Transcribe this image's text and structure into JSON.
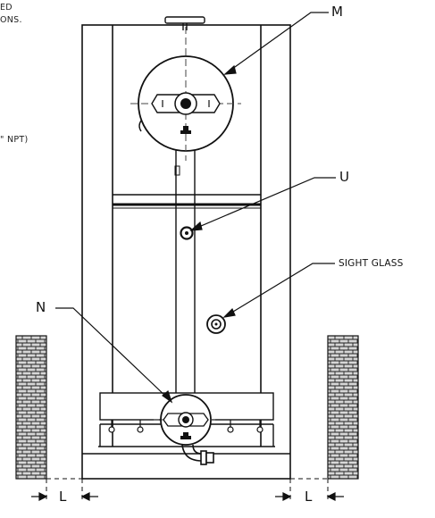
{
  "notes": {
    "line1": "ED",
    "line2": "ONS.",
    "line3": "\" NPT)"
  },
  "callouts": {
    "m": "M",
    "u": "U",
    "sight_glass": "SIGHT GLASS",
    "n": "N",
    "l_left": "L",
    "l_right": "L"
  },
  "colors": {
    "line": "#111111",
    "brick_fill": "#cfcfcf",
    "hidden_line": "#444444"
  }
}
